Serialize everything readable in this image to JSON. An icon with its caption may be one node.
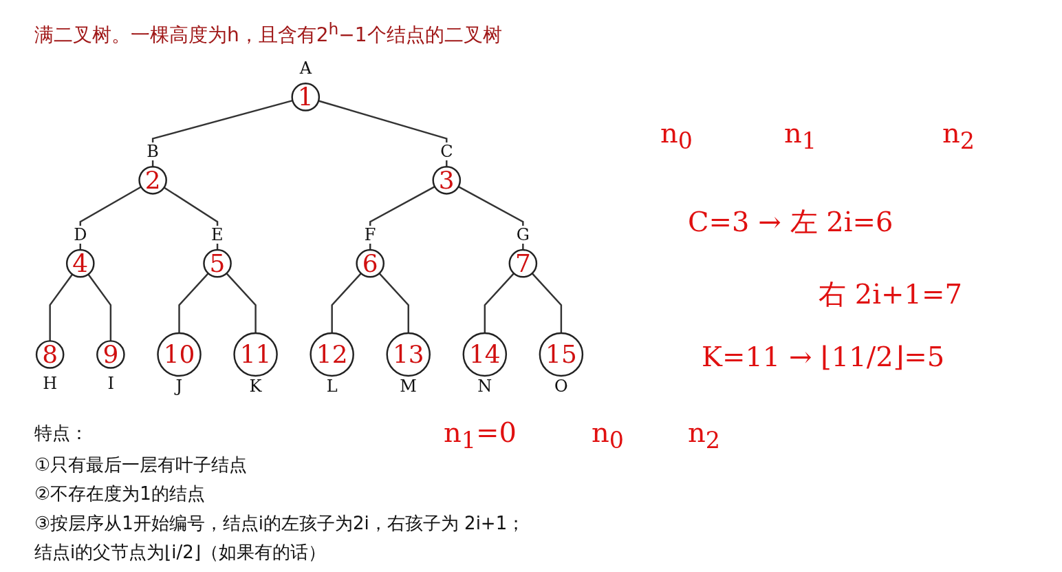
{
  "diagram": {
    "title": "满二叉树。一棵高度为h，且含有2$^{h}$−1个结点的二叉树",
    "nodes": [
      {
        "text": [
          "1"
        ],
        "beside": [
          "A"
        ]
      },
      {
        "text": [
          "2"
        ],
        "beside": [
          "B"
        ]
      },
      {
        "text": [
          "3"
        ],
        "beside": [
          "C"
        ]
      },
      {
        "text": [
          "4"
        ],
        "beside": [
          "D"
        ]
      },
      {
        "text": [
          "5"
        ],
        "beside": [
          "E"
        ]
      },
      {
        "text": [
          "6"
        ],
        "beside": [
          "F"
        ]
      },
      {
        "text": [
          "7"
        ],
        "beside": [
          "G"
        ]
      },
      {
        "text": [
          "8"
        ],
        "beside": [
          "H"
        ]
      },
      {
        "text": [
          "9"
        ],
        "beside": [
          "I"
        ]
      },
      {
        "text": [
          "10"
        ],
        "beside": [
          "J"
        ]
      },
      {
        "text": [
          "11"
        ],
        "beside": [
          "K"
        ]
      },
      {
        "text": [
          "12"
        ],
        "beside": [
          "L"
        ]
      },
      {
        "text": [
          "13"
        ],
        "beside": [
          "M"
        ]
      },
      {
        "text": [
          "14"
        ],
        "beside": [
          "N"
        ]
      },
      {
        "text": [
          "15"
        ],
        "beside": [
          "O"
        ]
      }
    ],
    "edges": [
      {
        "from": 0,
        "to": 1,
        "arrow": "none"
      },
      {
        "from": 0,
        "to": 2,
        "arrow": "none"
      },
      {
        "from": 1,
        "to": 3,
        "arrow": "none"
      },
      {
        "from": 1,
        "to": 4,
        "arrow": "none"
      },
      {
        "from": 2,
        "to": 5,
        "arrow": "none"
      },
      {
        "from": 2,
        "to": 6,
        "arrow": "none"
      },
      {
        "from": 3,
        "to": 7,
        "arrow": "none"
      },
      {
        "from": 3,
        "to": 8,
        "arrow": "none"
      },
      {
        "from": 4,
        "to": 9,
        "arrow": "none"
      },
      {
        "from": 4,
        "to": 10,
        "arrow": "none"
      },
      {
        "from": 5,
        "to": 11,
        "arrow": "none"
      },
      {
        "from": 5,
        "to": 12,
        "arrow": "none"
      },
      {
        "from": 6,
        "to": 13,
        "arrow": "none"
      },
      {
        "from": 6,
        "to": 14,
        "arrow": "none"
      }
    ],
    "labels": [
      "n$_{0}$",
      "n$_{1}$",
      "n$_{2}$",
      "C=3 → 左 2i=6",
      "右 2i+1=7",
      "K=11 → ⌊11/2⌋=5",
      "特点：",
      "n$_{1}$=0",
      "n$_{0}$",
      "n$_{2}$",
      "①只有最后一层有叶子结点",
      "②不存在度为1的结点",
      "③按层序从1开始编号，结点i的左孩子为2i，右孩子为 2i+1；",
      "结点i的父节点为⌊i/2⌋（如果有的话）"
    ]
  }
}
